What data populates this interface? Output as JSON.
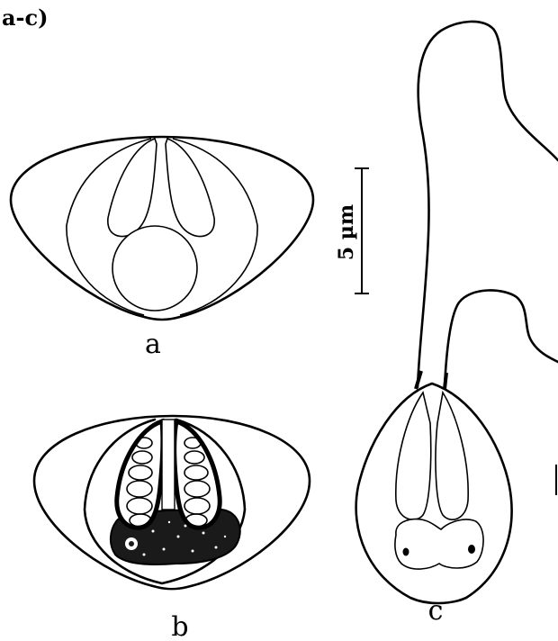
{
  "caption_fragment": "a-c)",
  "scale_bar": {
    "label": "5 µm"
  },
  "panels": [
    {
      "id": "a",
      "label": "a"
    },
    {
      "id": "b",
      "label": "b"
    },
    {
      "id": "c",
      "label": "c"
    }
  ]
}
